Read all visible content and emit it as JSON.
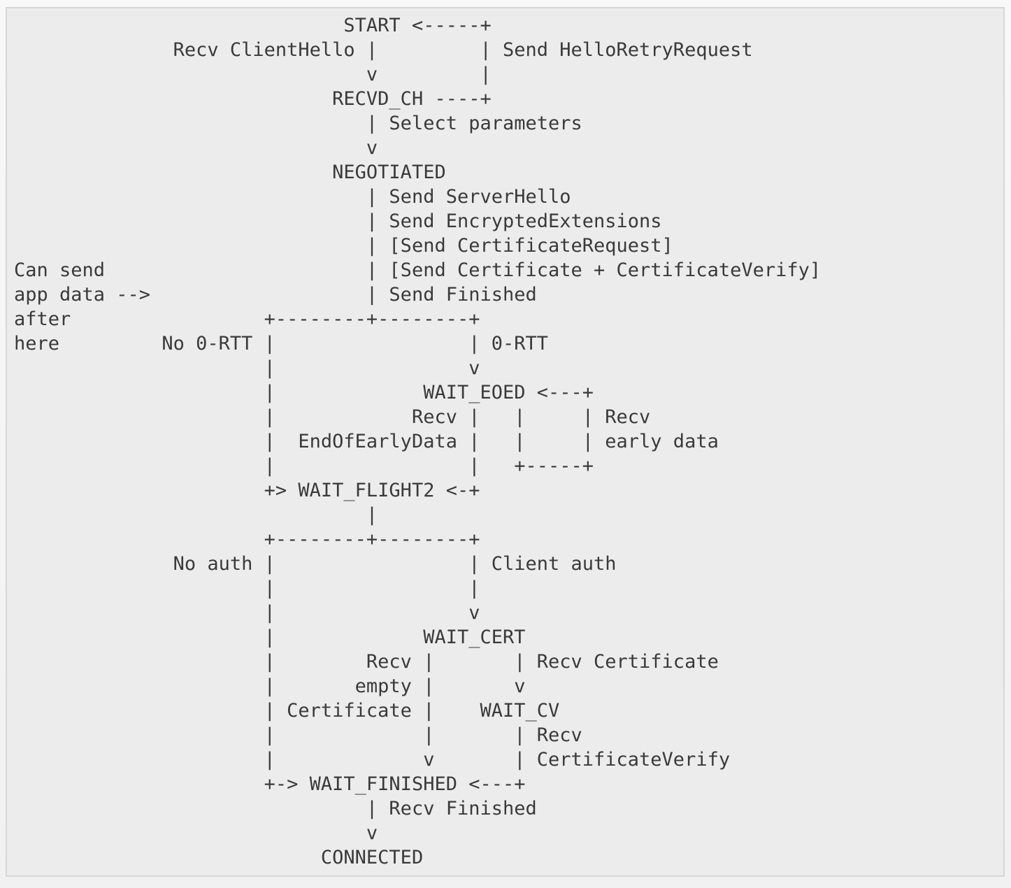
{
  "diagram": {
    "lines": [
      "                             START <-----+",
      "              Recv ClientHello |         | Send HelloRetryRequest",
      "                               v         |",
      "                            RECVD_CH ----+",
      "                               | Select parameters",
      "                               v",
      "                            NEGOTIATED",
      "                               | Send ServerHello",
      "                               | Send EncryptedExtensions",
      "                               | [Send CertificateRequest]",
      "Can send                       | [Send Certificate + CertificateVerify]",
      "app data -->                   | Send Finished",
      "after                 +--------+--------+",
      "here         No 0-RTT |                 | 0-RTT",
      "                      |                 v",
      "                      |             WAIT_EOED <---+",
      "                      |            Recv |   |     | Recv",
      "                      |  EndOfEarlyData |   |     | early data",
      "                      |                 |   +-----+",
      "                      +> WAIT_FLIGHT2 <-+",
      "                               |",
      "                      +--------+--------+",
      "              No auth |                 | Client auth",
      "                      |                 |",
      "                      |                 v",
      "                      |             WAIT_CERT",
      "                      |        Recv |       | Recv Certificate",
      "                      |       empty |       v",
      "                      | Certificate |    WAIT_CV",
      "                      |             |       | Recv",
      "                      |             v       | CertificateVerify",
      "                      +-> WAIT_FINISHED <---+",
      "                               | Recv Finished",
      "                               v",
      "                           CONNECTED"
    ]
  }
}
